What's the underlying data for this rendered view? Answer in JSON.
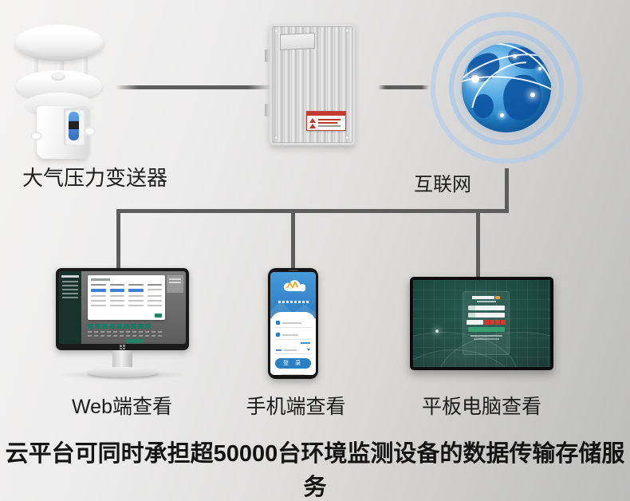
{
  "nodes": {
    "sensor": {
      "label": "大气压力变送器"
    },
    "internet": {
      "label": "互联网"
    },
    "web": {
      "label": "Web端查看"
    },
    "mobile": {
      "label": "手机端查看"
    },
    "tablet": {
      "label": "平板电脑查看"
    }
  },
  "caption": {
    "text": "云平台可同时承担超50000台环境监测设备的数据传输存储服务"
  },
  "phone_ui": {
    "login_button_label": "登 录"
  },
  "icons": {
    "internet_globe": "globe-with-network-arcs",
    "cloud_logo": "cloud-with-waveform",
    "user_field": "person-icon",
    "password_field": "lock-icon",
    "dropdown": "chevron-down-icon",
    "monitor_brand": "windows-logo"
  },
  "colors": {
    "connector_line": "#5d5d5d",
    "web_teal": "#1d7a60",
    "phone_blue": "#2b80c4",
    "globe_blue": "#0c5aa4",
    "tablet_screen_green": "#1d4a41",
    "tablet_button_green": "#37a070",
    "captcha_red": "#cf3a2e",
    "warning_label_red": "#c23b2e"
  }
}
